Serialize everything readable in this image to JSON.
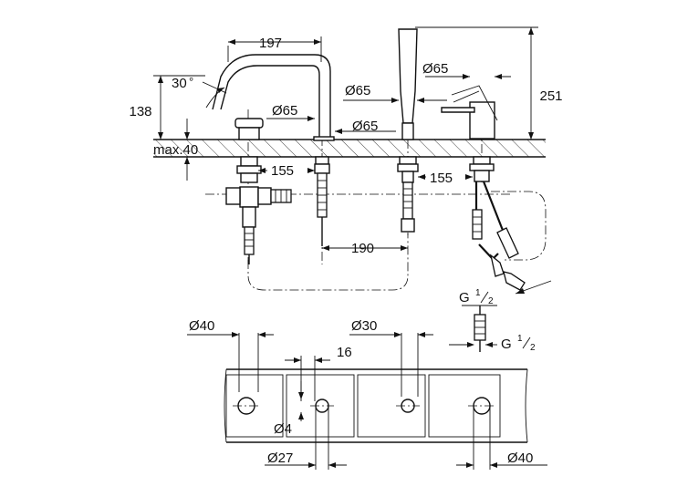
{
  "labels": {
    "d197": "197",
    "angle30": "30",
    "degree": "°",
    "d138": "138",
    "max40": "max.40",
    "dia65_spout": "Ø65",
    "dia65_handle": "Ø65",
    "dia65_shower": "Ø65",
    "dia65_right": "Ø65",
    "d251": "251",
    "d155_left": "155",
    "d155_right": "155",
    "d190": "190",
    "g12_a": "G",
    "g12_b": "G",
    "frac_num": "1",
    "frac_den": "2",
    "dia40_left": "Ø40",
    "dia30": "Ø30",
    "d16": "16",
    "dia4": "Ø4",
    "dia27": "Ø27",
    "dia40_right": "Ø40"
  }
}
